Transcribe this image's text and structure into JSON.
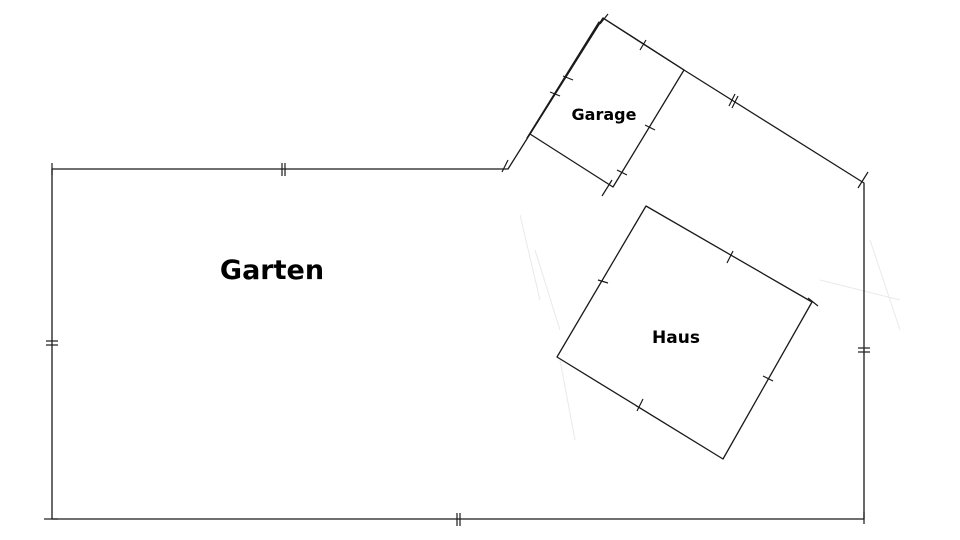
{
  "diagram": {
    "labels": {
      "garten": "Garten",
      "haus": "Haus",
      "garage": "Garage"
    },
    "line_color": "#1a1a1a",
    "background": "#ffffff"
  }
}
